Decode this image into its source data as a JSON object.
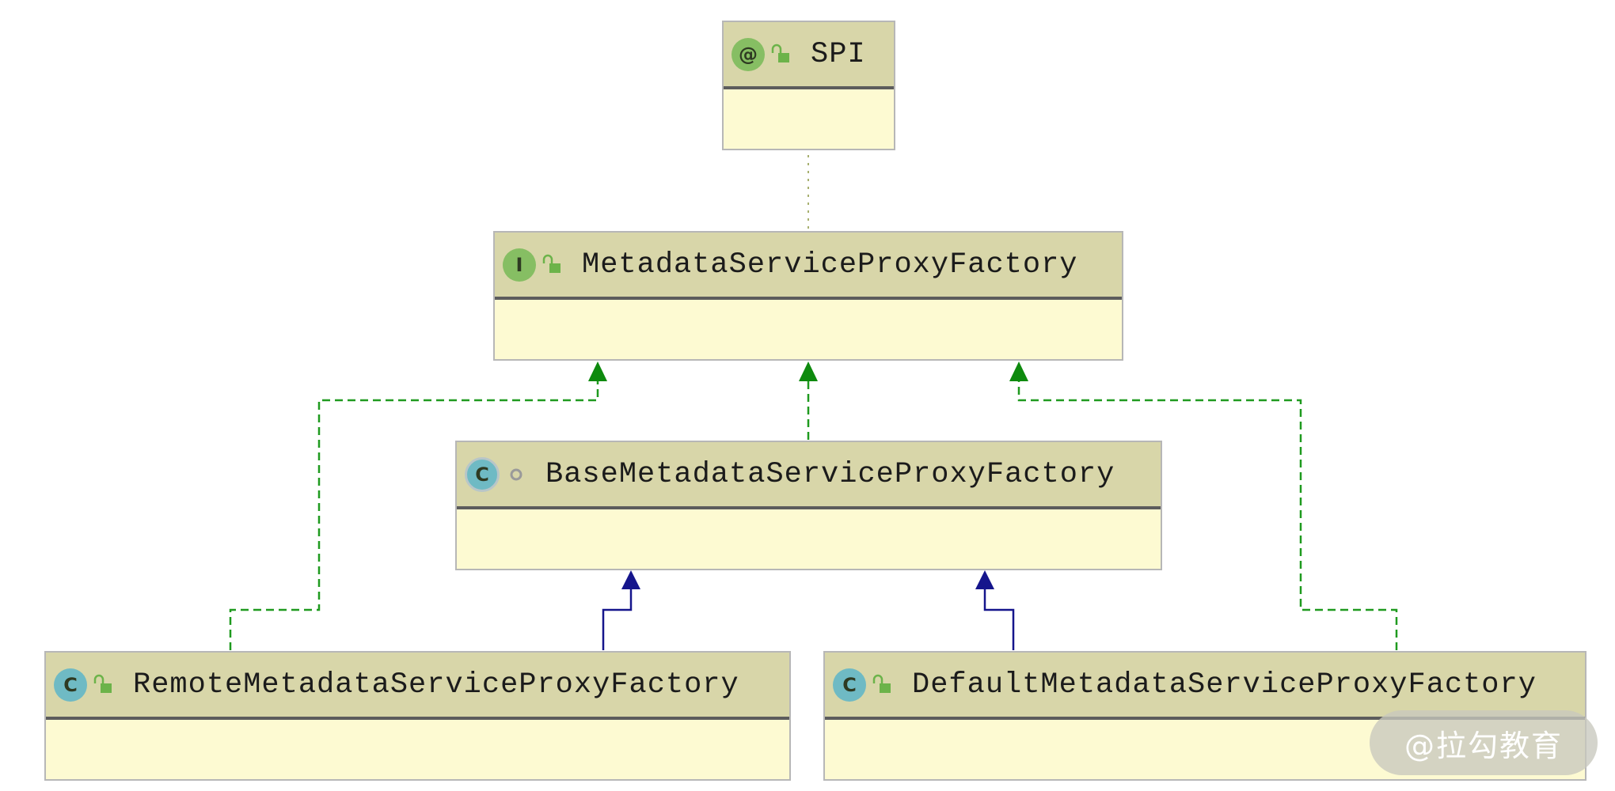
{
  "nodes": {
    "spi": {
      "name": "SPI",
      "kind": "annotation",
      "kind_letter": "@",
      "visibility": "public"
    },
    "metadata_service_proxy_factory": {
      "name": "MetadataServiceProxyFactory",
      "kind": "interface",
      "kind_letter": "I",
      "visibility": "public"
    },
    "base_metadata_service_proxy_factory": {
      "name": "BaseMetadataServiceProxyFactory",
      "kind": "abstract-class",
      "kind_letter": "C",
      "visibility": "package-private"
    },
    "remote_metadata_service_proxy_factory": {
      "name": "RemoteMetadataServiceProxyFactory",
      "kind": "class",
      "kind_letter": "C",
      "visibility": "public"
    },
    "default_metadata_service_proxy_factory": {
      "name": "DefaultMetadataServiceProxyFactory",
      "kind": "class",
      "kind_letter": "C",
      "visibility": "public"
    }
  },
  "edges": [
    {
      "from": "metadata_service_proxy_factory",
      "to": "spi",
      "type": "annotated-by",
      "style": "dotted"
    },
    {
      "from": "base_metadata_service_proxy_factory",
      "to": "metadata_service_proxy_factory",
      "type": "implements",
      "style": "dashed"
    },
    {
      "from": "remote_metadata_service_proxy_factory",
      "to": "metadata_service_proxy_factory",
      "type": "implements",
      "style": "dashed"
    },
    {
      "from": "default_metadata_service_proxy_factory",
      "to": "metadata_service_proxy_factory",
      "type": "implements",
      "style": "dashed"
    },
    {
      "from": "remote_metadata_service_proxy_factory",
      "to": "base_metadata_service_proxy_factory",
      "type": "extends",
      "style": "solid"
    },
    {
      "from": "default_metadata_service_proxy_factory",
      "to": "base_metadata_service_proxy_factory",
      "type": "extends",
      "style": "solid"
    }
  ],
  "colors": {
    "header": "#d8d6a9",
    "body": "#fdfad2",
    "implements_line": "#1f9a1f",
    "implements_arrow": "#0e8a0e",
    "extends_line": "#15158c",
    "annotation_link": "#a8b070",
    "interface_icon": "#86be63",
    "class_icon": "#6fbac4"
  },
  "watermark": "@拉勾教育"
}
